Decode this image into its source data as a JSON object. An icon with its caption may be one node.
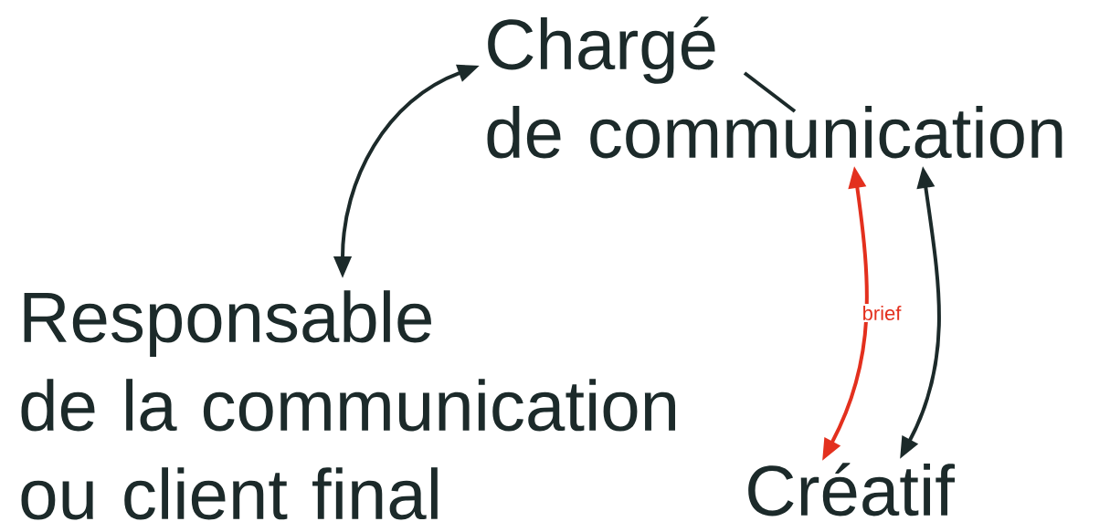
{
  "diagram": {
    "nodes": [
      {
        "text": [
          "Chargé de communication"
        ]
      },
      {
        "text": [
          "Responsable de la communication ou client final"
        ]
      },
      {
        "text": [
          "Créatif"
        ]
      }
    ],
    "edges": [
      {
        "from": 0,
        "to": 1,
        "arrow": "both"
      },
      {
        "from": 0,
        "to": 2,
        "arrow": "both",
        "label": "brief",
        "color": "#e3301e"
      },
      {
        "from": 2,
        "to": 0,
        "arrow": "both"
      }
    ]
  }
}
